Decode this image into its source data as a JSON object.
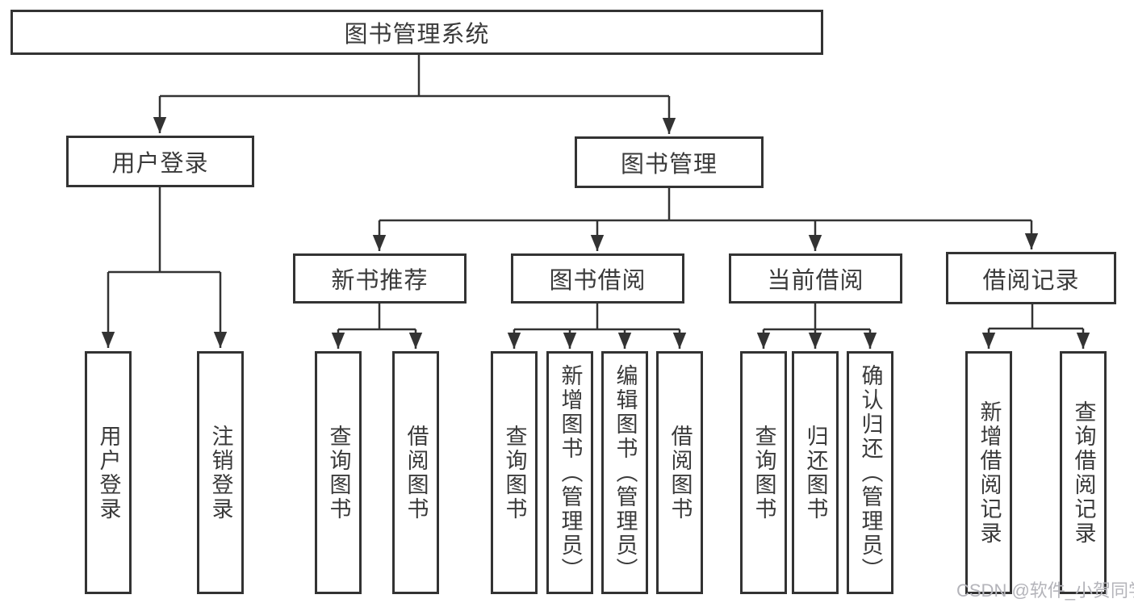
{
  "diagram": {
    "root": {
      "label": "图书管理系统"
    },
    "branches": [
      {
        "label": "用户登录",
        "leaves": [
          "用户登录",
          "注销登录"
        ]
      },
      {
        "label": "图书管理",
        "sections": [
          {
            "label": "新书推荐",
            "leaves": [
              "查询图书",
              "借阅图书"
            ]
          },
          {
            "label": "图书借阅",
            "leaves": [
              "查询图书",
              "新增图书（管理员）",
              "编辑图书（管理员）",
              "借阅图书"
            ]
          },
          {
            "label": "当前借阅",
            "leaves": [
              "查询图书",
              "归还图书",
              "确认归还（管理员）"
            ]
          },
          {
            "label": "借阅记录",
            "leaves": [
              "新增借阅记录",
              "查询借阅记录"
            ]
          }
        ]
      }
    ]
  },
  "watermark": "CSDN @软件_小贺同学",
  "colors": {
    "line": "#333333",
    "box_border": "#333333",
    "text": "#3a3a3a",
    "background": "#ffffff",
    "watermark": "#b4b4ba"
  }
}
